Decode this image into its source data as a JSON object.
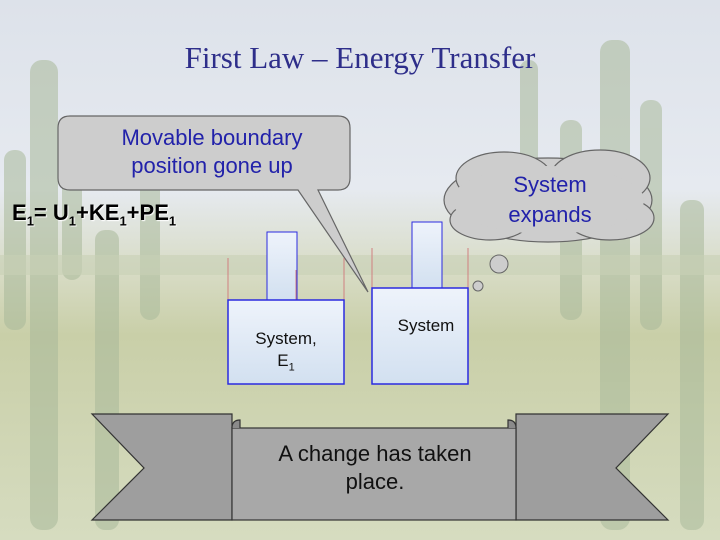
{
  "title": "First Law – Energy Transfer",
  "callout": {
    "line1": "Movable boundary",
    "line2": "position gone up"
  },
  "cloud": {
    "line1": "System",
    "line2": "expands"
  },
  "equation": {
    "e": "E",
    "s1": "1",
    "eq_u": "= U",
    "s2": "1",
    "plus_ke": "+KE",
    "s3": "1",
    "plus_pe": "+PE",
    "s4": "1"
  },
  "left_system": {
    "line1": "System,",
    "e": "E",
    "sub": "1"
  },
  "right_system": {
    "label": "System"
  },
  "banner": {
    "line1": "A change has taken",
    "line2": "place."
  },
  "colors": {
    "title": "#2e2e8a",
    "callout_text": "#2222aa",
    "container_border": "#2b2be0",
    "container_fill": "#dce8f5",
    "banner": "#9e9e9e"
  }
}
